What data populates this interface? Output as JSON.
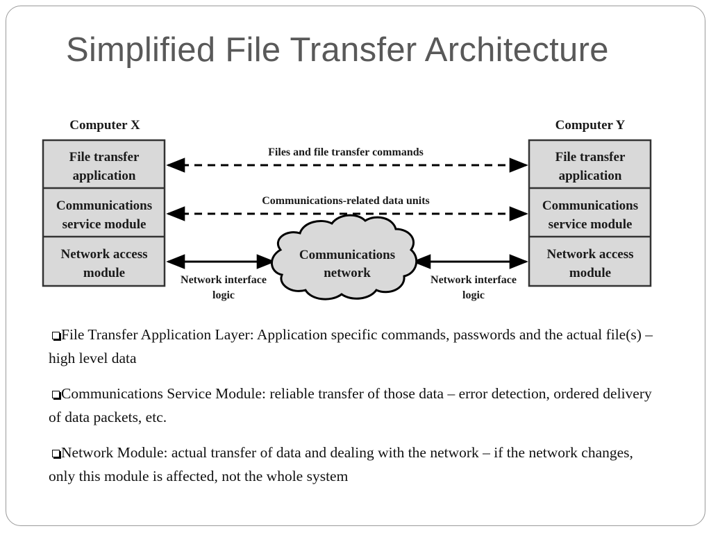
{
  "slide": {
    "title": "Simplified File Transfer Architecture"
  },
  "diagram": {
    "computer_x": {
      "label": "Computer X",
      "layers": [
        [
          "File transfer",
          "application"
        ],
        [
          "Communications",
          "service module"
        ],
        [
          "Network access",
          "module"
        ]
      ]
    },
    "computer_y": {
      "label": "Computer Y",
      "layers": [
        [
          "File transfer",
          "application"
        ],
        [
          "Communications",
          "service module"
        ],
        [
          "Network access",
          "module"
        ]
      ]
    },
    "links": {
      "files_commands": "Files and file transfer commands",
      "comm_data_units": "Communications-related data units"
    },
    "network": {
      "line1": "Communications",
      "line2": "network"
    },
    "interface_left": [
      "Network interface",
      "logic"
    ],
    "interface_right": [
      "Network interface",
      "logic"
    ]
  },
  "bullets": [
    "File Transfer Application Layer: Application specific commands, passwords and the actual file(s) – high level data",
    "Communications Service Module: reliable transfer of those data – error detection, ordered delivery of data packets, etc.",
    "Network Module: actual transfer of data and dealing with the network – if the network changes, only this module is affected, not the whole system"
  ]
}
